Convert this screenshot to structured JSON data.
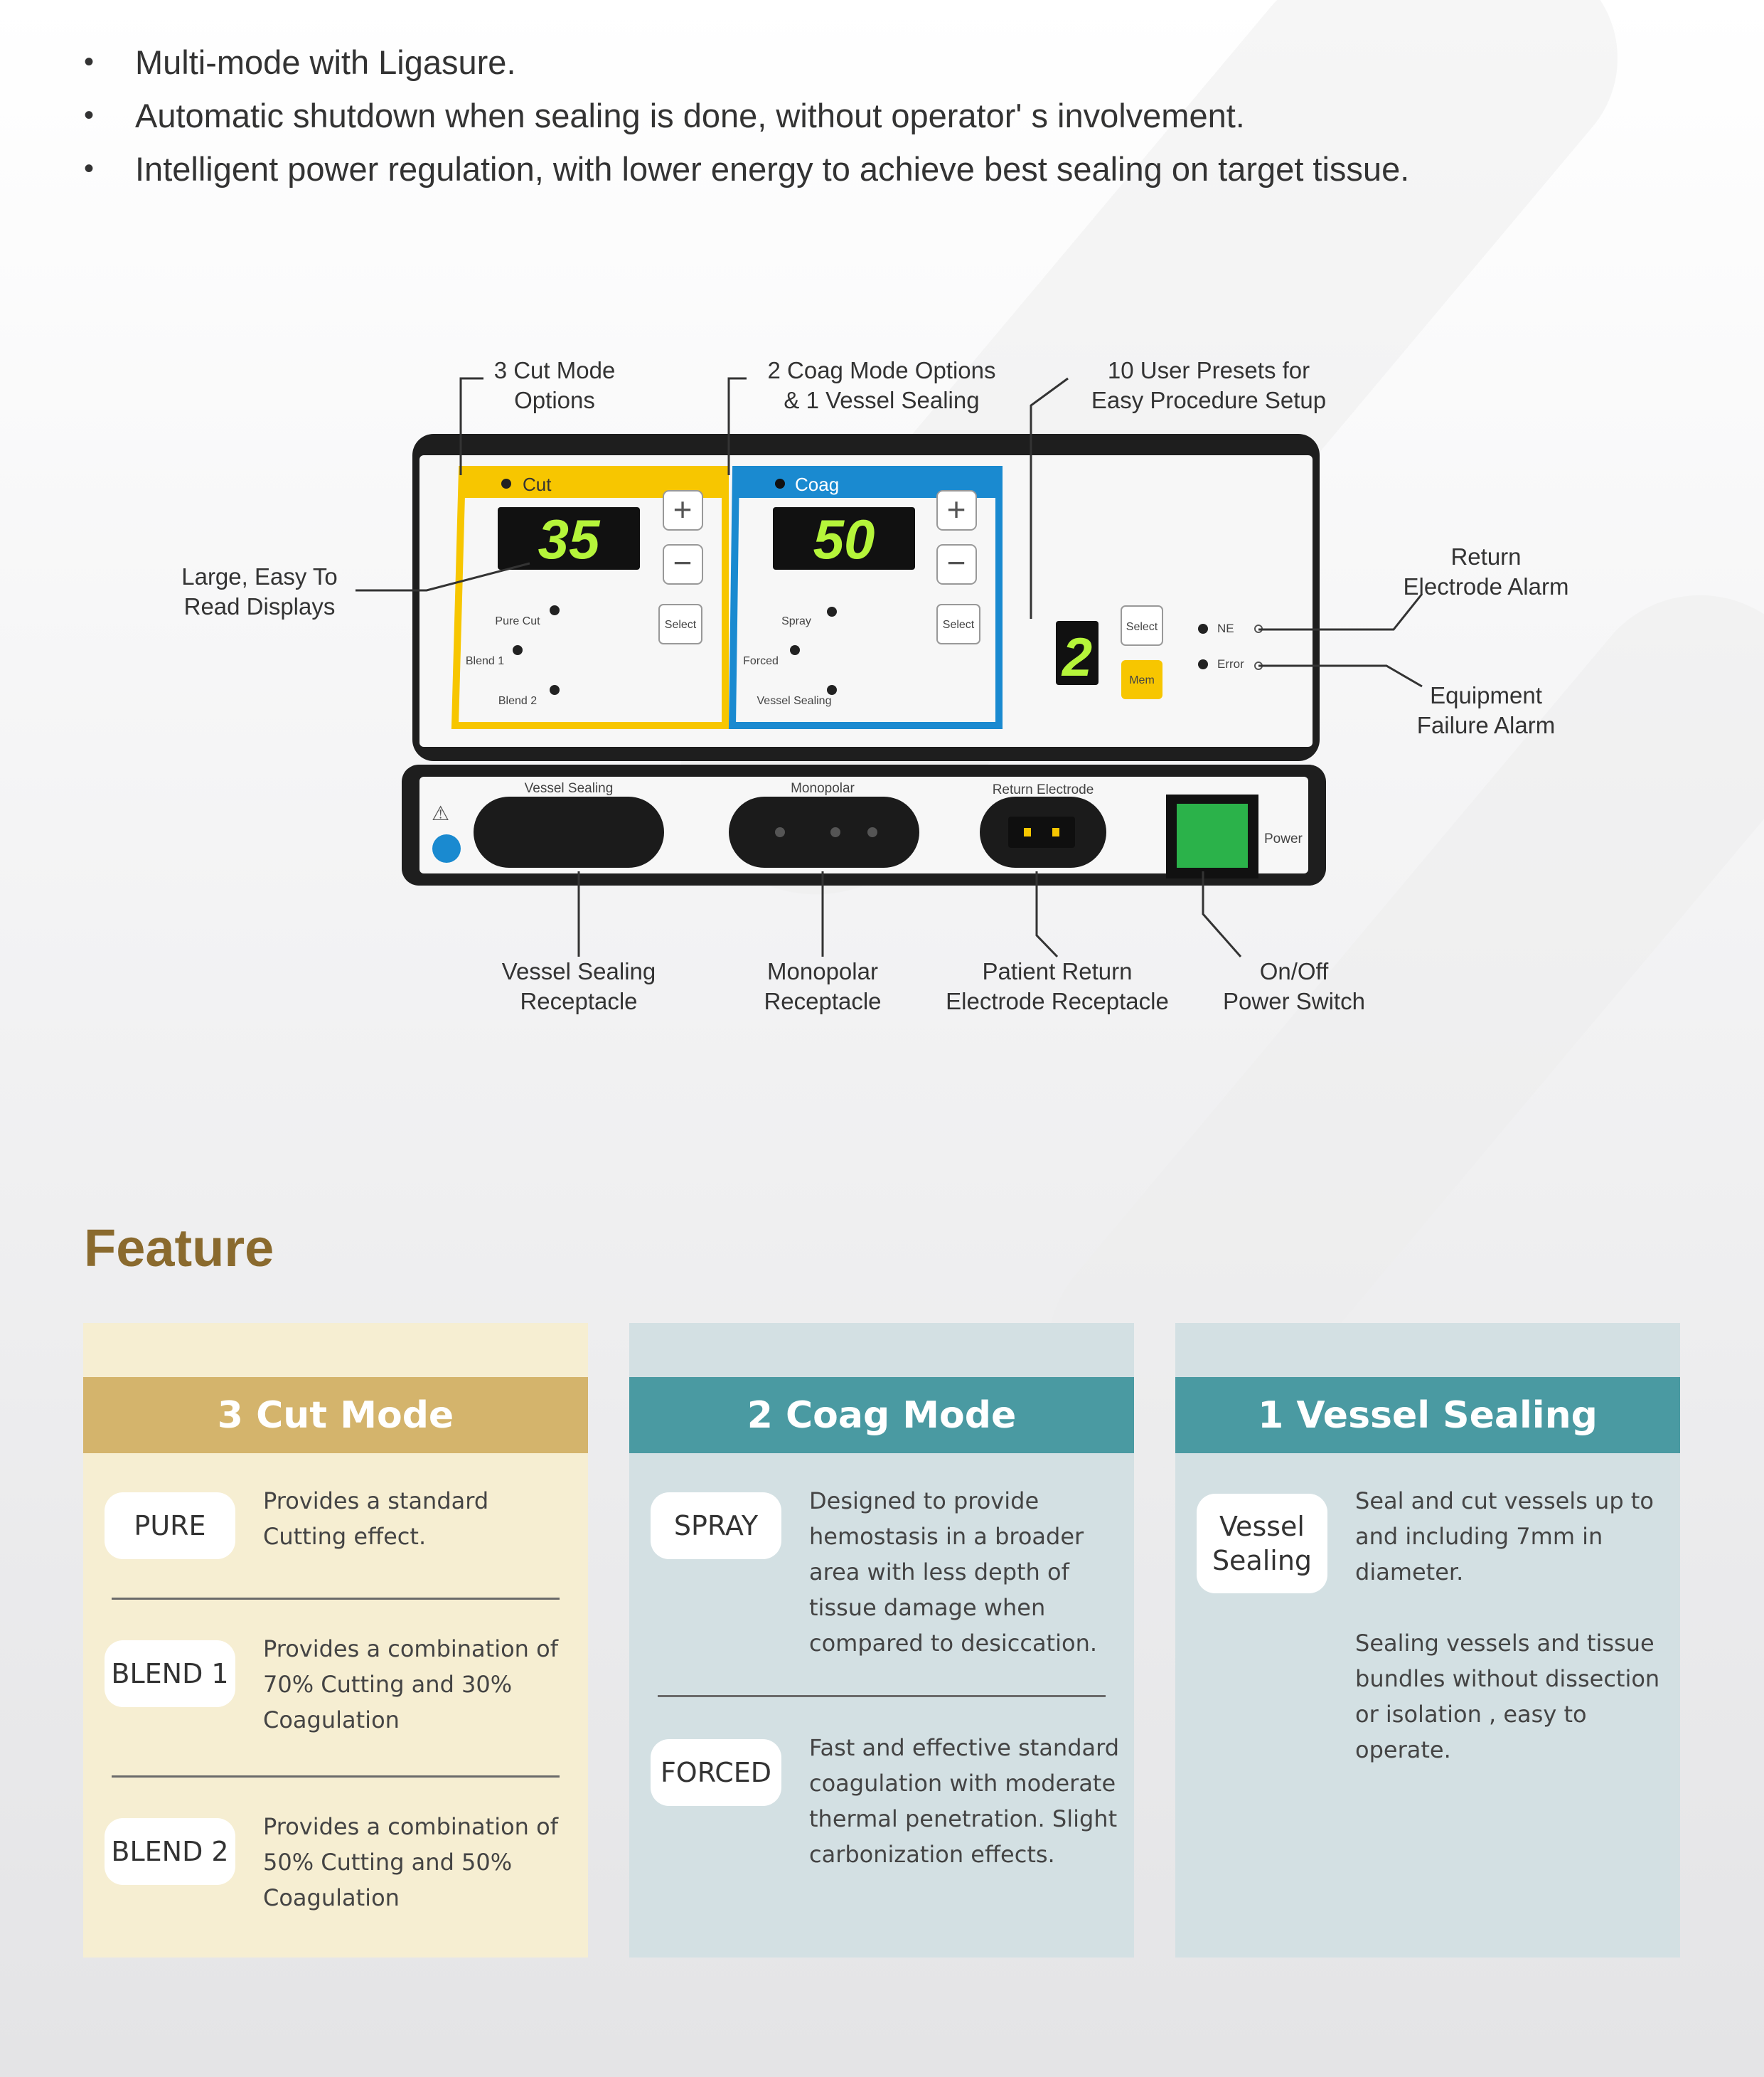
{
  "bullets": [
    "Multi-mode with Ligasure.",
    "Automatic shutdown when sealing is done, without operator' s involvement.",
    "Intelligent power regulation, with lower energy to achieve best sealing on target tissue."
  ],
  "callouts": {
    "cut_mode": [
      "3 Cut Mode",
      "Options"
    ],
    "coag_mode": [
      "2 Coag Mode Options",
      "& 1 Vessel Sealing"
    ],
    "presets": [
      "10 User Presets for",
      "Easy Procedure Setup"
    ],
    "displays": [
      "Large,  Easy To",
      "Read Displays"
    ],
    "return_alarm": [
      "Return",
      "Electrode Alarm"
    ],
    "failure_alarm": [
      "Equipment",
      "Failure Alarm"
    ],
    "vessel_receptacle": [
      "Vessel Sealing",
      "Receptacle"
    ],
    "monopolar_receptacle": [
      "Monopolar",
      "Receptacle"
    ],
    "return_receptacle": [
      "Patient Return",
      "Electrode Receptacle"
    ],
    "power_switch": [
      "On/Off",
      "Power Switch"
    ]
  },
  "panel": {
    "cut": {
      "title": "Cut",
      "value": "35",
      "modes": [
        "Pure Cut",
        "Blend 1",
        "Blend 2"
      ],
      "select": "Select"
    },
    "coag": {
      "title": "Coag",
      "value": "50",
      "modes": [
        "Spray",
        "Forced",
        "Vessel Sealing"
      ],
      "select": "Select"
    },
    "preset_value": "2",
    "select": "Select",
    "mem": "Mem",
    "ne": "NE",
    "error": "Error",
    "ports": [
      "Vessel Sealing",
      "Monopolar",
      "Return Electrode"
    ],
    "power": "Power",
    "colors": {
      "cut": "#f7c600",
      "coag": "#1a8ad0",
      "led": "#b5f53a",
      "switch": "#2bb24a",
      "mem": "#f7c600"
    }
  },
  "feature": {
    "title": "Feature",
    "cards": [
      {
        "header": "3 Cut Mode",
        "items": [
          {
            "tag": "PURE",
            "desc": [
              "Provides a standard",
              "Cutting effect."
            ]
          },
          {
            "tag": "BLEND 1",
            "desc": [
              "Provides a combination of",
              "70% Cutting and 30%",
              "Coagulation"
            ]
          },
          {
            "tag": "BLEND 2",
            "desc": [
              "Provides a combination of",
              "50% Cutting and 50%",
              "Coagulation"
            ]
          }
        ]
      },
      {
        "header": "2 Coag Mode",
        "items": [
          {
            "tag": "SPRAY",
            "desc": [
              "Designed to provide",
              "hemostasis in a broader",
              "area with less depth of",
              "tissue damage when",
              "compared to desiccation."
            ]
          },
          {
            "tag": "FORCED",
            "desc": [
              "Fast and effective standard",
              "coagulation with moderate",
              "thermal penetration. Slight",
              "carbonization effects."
            ]
          }
        ]
      },
      {
        "header": "1 Vessel Sealing",
        "items": [
          {
            "tag": [
              "Vessel",
              "Sealing"
            ],
            "desc": [
              "Seal and cut vessels up to",
              "and including 7mm in",
              "diameter."
            ],
            "desc2": [
              "Sealing vessels and tissue",
              "bundles without dissection",
              "or isolation , easy to",
              "operate."
            ]
          }
        ]
      }
    ]
  }
}
